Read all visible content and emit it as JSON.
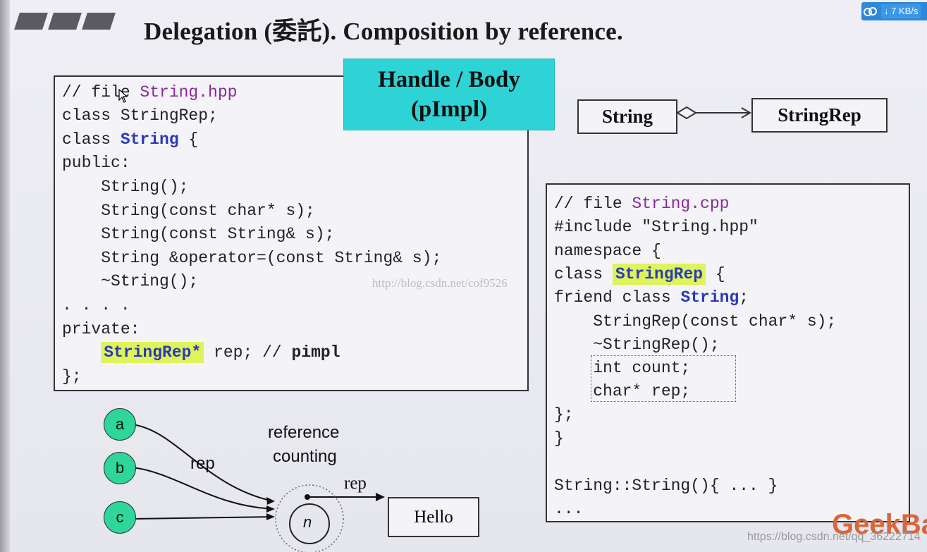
{
  "title": "Delegation (委託). Composition by reference.",
  "handle_body": {
    "line1": "Handle / Body",
    "line2": "(pImpl)"
  },
  "uml": {
    "left": "String",
    "right": "StringRep"
  },
  "hpp": {
    "l1_a": "// file ",
    "l1_b": "String.hpp",
    "l2": "class StringRep;",
    "l3_a": "class ",
    "l3_b": "String",
    "l3_c": " {",
    "l4": "public:",
    "l5": "    String();",
    "l6": "    String(const char* s);",
    "l7": "    String(const String& s);",
    "l8": "    String &operator=(const String& s);",
    "l9": "    ~String();",
    "l10": ". . . .",
    "l11": "private:",
    "l12_pre": "    ",
    "l12_hl": "StringRep*",
    "l12_b": " rep; // ",
    "l12_c": "pimpl",
    "l13": "};"
  },
  "cpp": {
    "l1_a": "// file ",
    "l1_b": "String.cpp",
    "l2": "#include \"String.hpp\"",
    "l3": "namespace {",
    "l4_a": "class ",
    "l4_hl": "StringRep",
    "l4_c": " {",
    "l5_a": "friend class ",
    "l5_b": "String",
    "l5_c": ";",
    "l6": "    StringRep(const char* s);",
    "l7": "    ~StringRep();",
    "l8": "    int count;",
    "l9": "    char* rep;",
    "l10": "};",
    "l11": "}",
    "l12": "String::String(){ ... }",
    "l13": "..."
  },
  "diagram": {
    "nodes": [
      "a",
      "b",
      "c"
    ],
    "rep_left": "rep",
    "rep_right": "rep",
    "ref_line1": "reference",
    "ref_line2": "counting",
    "n_label": "n",
    "hello": "Hello"
  },
  "watermark": "http://blog.csdn.net/cof9526",
  "footer_url": "https://blog.csdn.net/qq_36222714",
  "geek": "GeekBa",
  "net_speed": "↓ 7 KB/s",
  "colors": {
    "accent_cyan": "#2ed3d6",
    "highlight": "#dff35a",
    "node_green": "#2fd69a",
    "keyword_blue": "#2a39b8",
    "keyword_purple": "#8a2a9a"
  }
}
